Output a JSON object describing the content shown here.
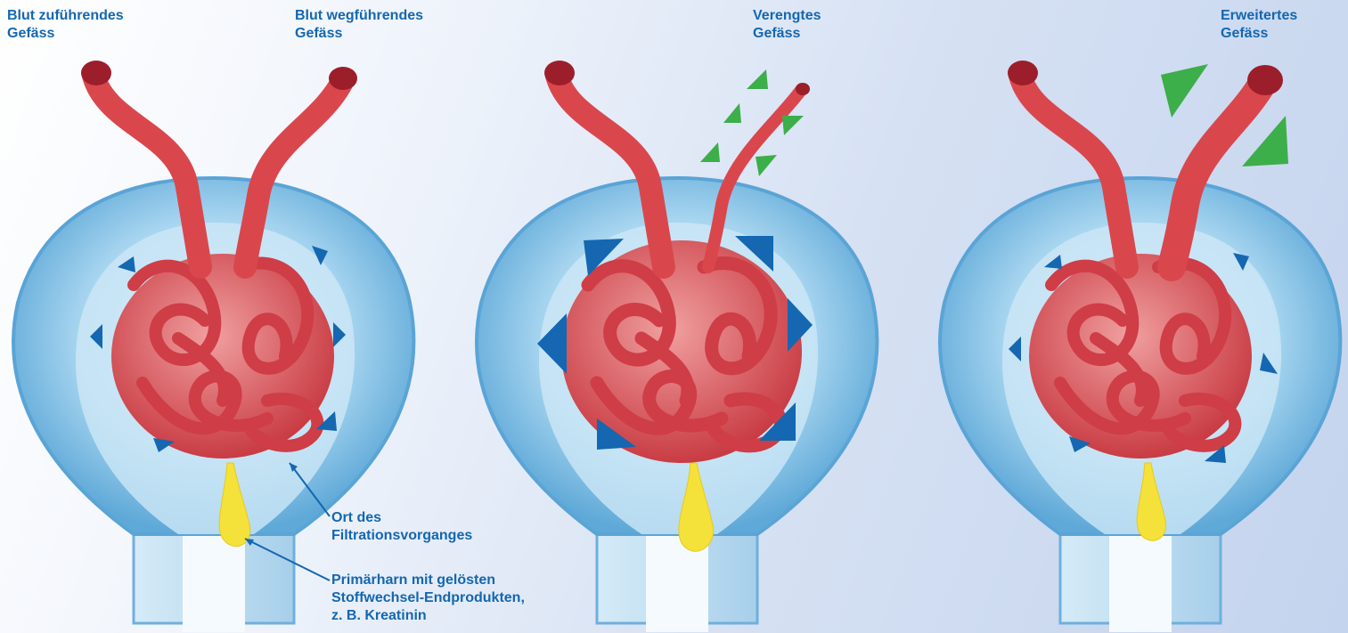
{
  "labels": {
    "afferent": {
      "line1": "Blut zuführendes",
      "line2": "Gefäss"
    },
    "efferent": {
      "line1": "Blut wegführendes",
      "line2": "Gefäss"
    },
    "constricted": {
      "line1": "Verengtes",
      "line2": "Gefäss"
    },
    "dilated": {
      "line1": "Erweitertes",
      "line2": "Gefäss"
    },
    "filtration_site": {
      "line1": "Ort des",
      "line2": "Filtrationsvorganges"
    },
    "primary_urine": {
      "line1": "Primärharn mit gelösten",
      "line2": "Stoffwechsel-Endprodukten,",
      "line3": "z. B. Kreatinin"
    }
  },
  "colors": {
    "label_text": "#1467b0",
    "pressure_arrow": "#1467b0",
    "vessel_arrow": "#3cae4a",
    "vessel": "#d9474d",
    "capsule": "#8ec4e6",
    "urine": "#f4e23a"
  },
  "panels": [
    {
      "name": "normal",
      "pressure_level": "normal",
      "efferent_vessel": "normal"
    },
    {
      "name": "constricted",
      "pressure_level": "high",
      "efferent_vessel": "constricted"
    },
    {
      "name": "dilated",
      "pressure_level": "low",
      "efferent_vessel": "dilated"
    }
  ]
}
